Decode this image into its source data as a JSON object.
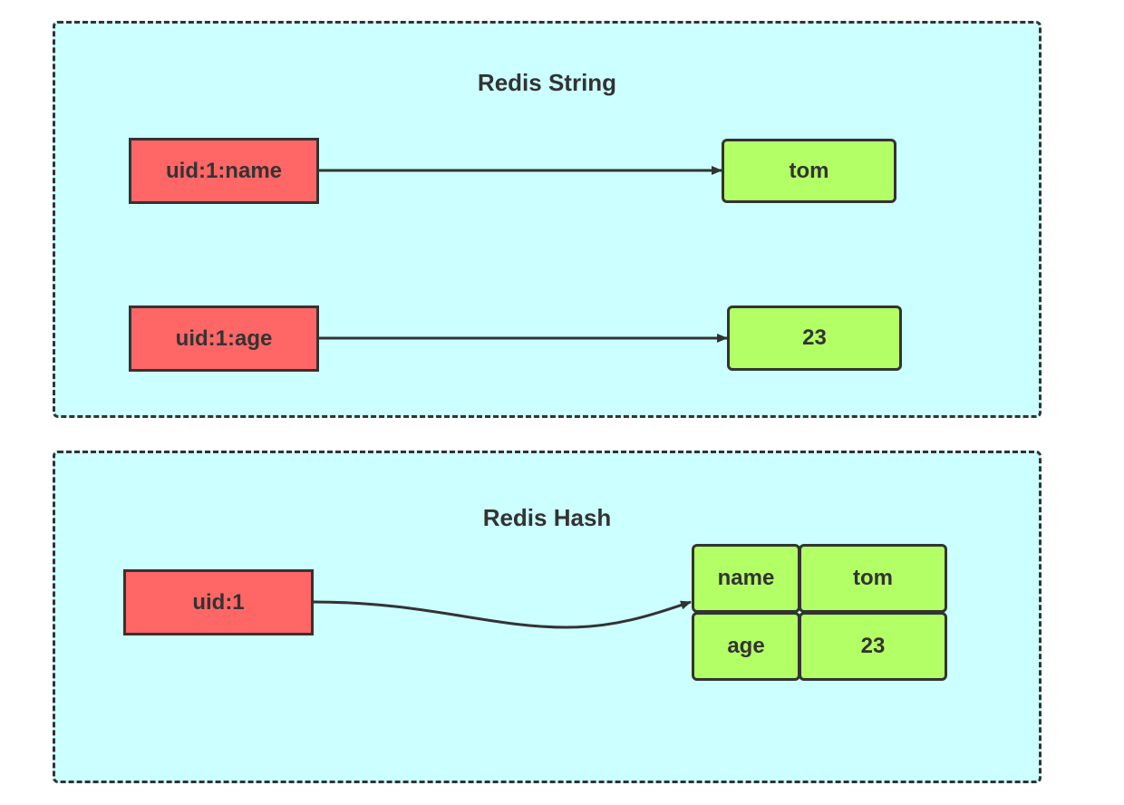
{
  "string_panel": {
    "title": "Redis String",
    "rows": [
      {
        "key": "uid:1:name",
        "value": "tom"
      },
      {
        "key": "uid:1:age",
        "value": "23"
      }
    ]
  },
  "hash_panel": {
    "title": "Redis Hash",
    "key": "uid:1",
    "fields": [
      {
        "field": "name",
        "value": "tom"
      },
      {
        "field": "age",
        "value": "23"
      }
    ]
  },
  "colors": {
    "panel_fill": "#ccffff",
    "key_fill": "#ff6666",
    "value_fill": "#b3ff66",
    "stroke": "#333333"
  }
}
